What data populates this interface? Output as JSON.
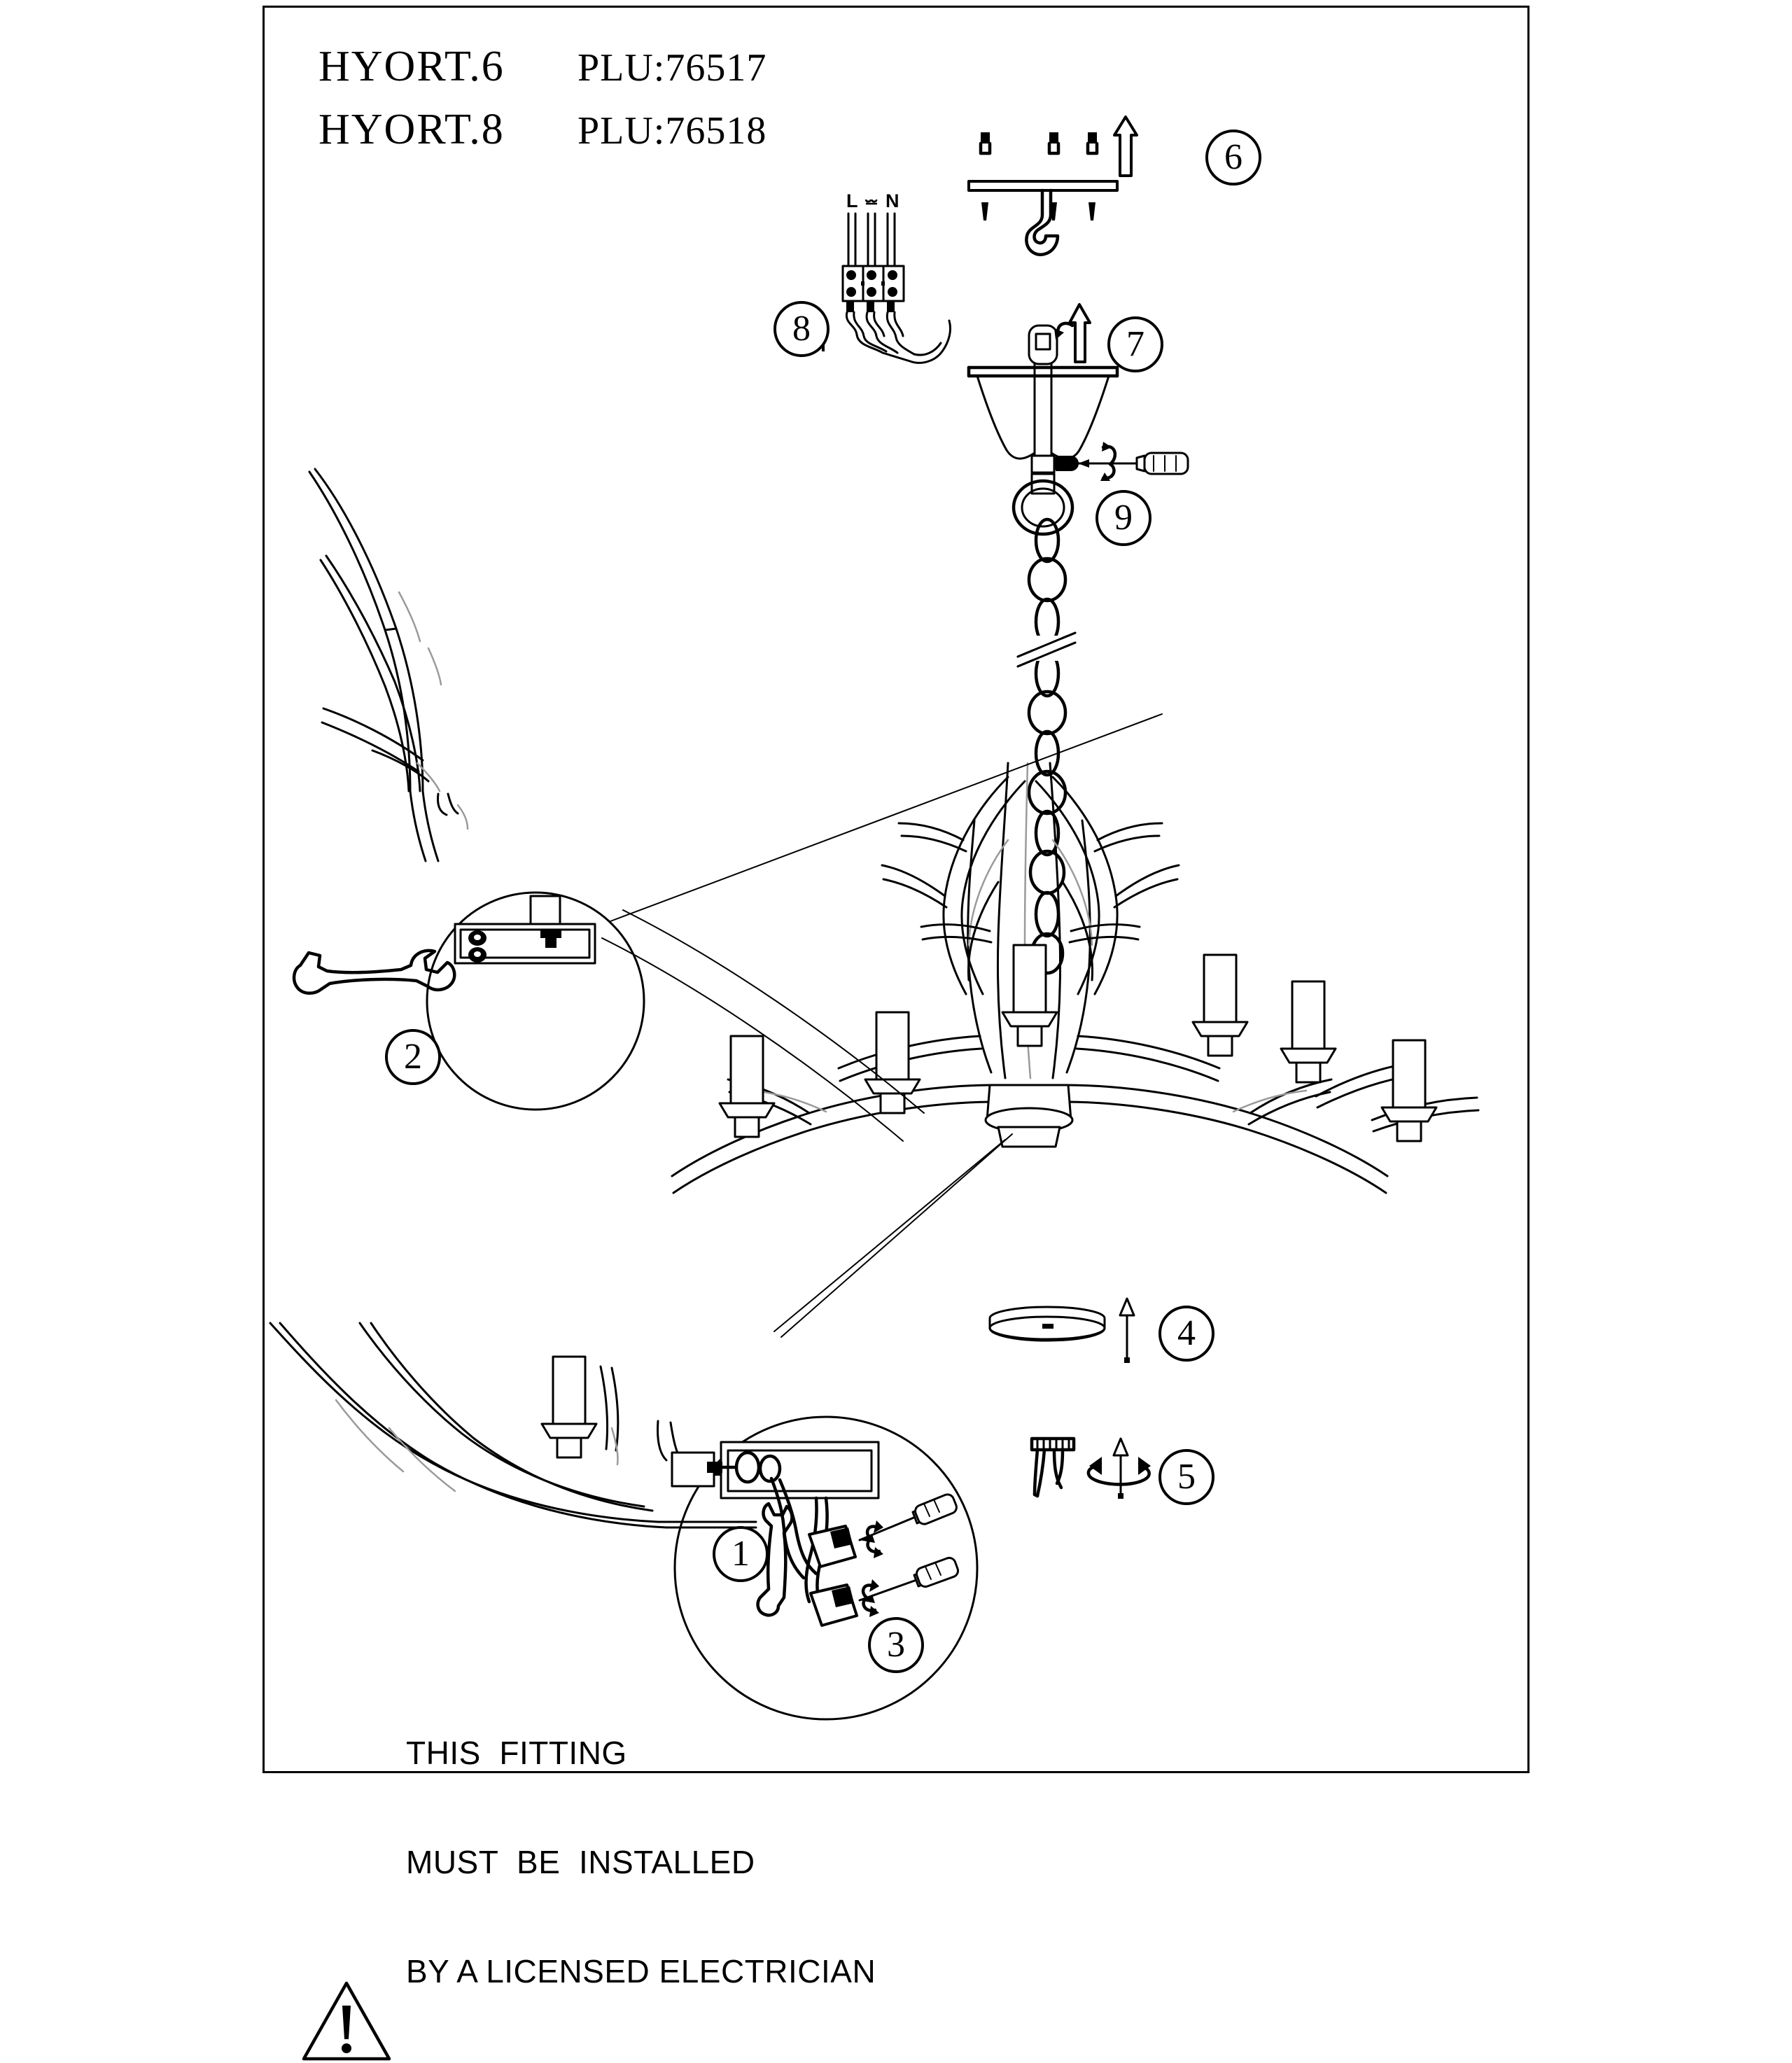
{
  "document": {
    "type": "assembly-instruction-sheet",
    "product": "antler chandelier",
    "border_color": "#000000"
  },
  "header": {
    "rows": [
      {
        "model": "HYORT.6",
        "plu": "PLU:76517"
      },
      {
        "model": "HYORT.8",
        "plu": "PLU:76518"
      }
    ]
  },
  "steps": [
    {
      "number": "1",
      "name": "connect-wires-to-terminal-block"
    },
    {
      "number": "2",
      "name": "spanner-wrench-tighten-arm"
    },
    {
      "number": "3",
      "name": "tighten-terminal-screws-with-screwdriver"
    },
    {
      "number": "4",
      "name": "fit-cover-disc"
    },
    {
      "number": "5",
      "name": "screw-on-finial"
    },
    {
      "number": "6",
      "name": "mount-ceiling-bracket-with-hook"
    },
    {
      "number": "7",
      "name": "raise-and-rotate-ceiling-cup"
    },
    {
      "number": "8",
      "name": "connect-mains-to-terminal-block"
    },
    {
      "number": "9",
      "name": "tighten-grub-screw"
    }
  ],
  "terminal_labels": {
    "live": "L",
    "earth": "⏚",
    "neutral": "N"
  },
  "warning": {
    "icon": "warning-triangle-icon",
    "lines": [
      "THIS  FITTING",
      "MUST  BE  INSTALLED",
      "BY A LICENSED ELECTRICIAN"
    ]
  },
  "hardware": {
    "wall_plugs_count": "3",
    "screws_count": "3",
    "terminal_ways": "3"
  }
}
